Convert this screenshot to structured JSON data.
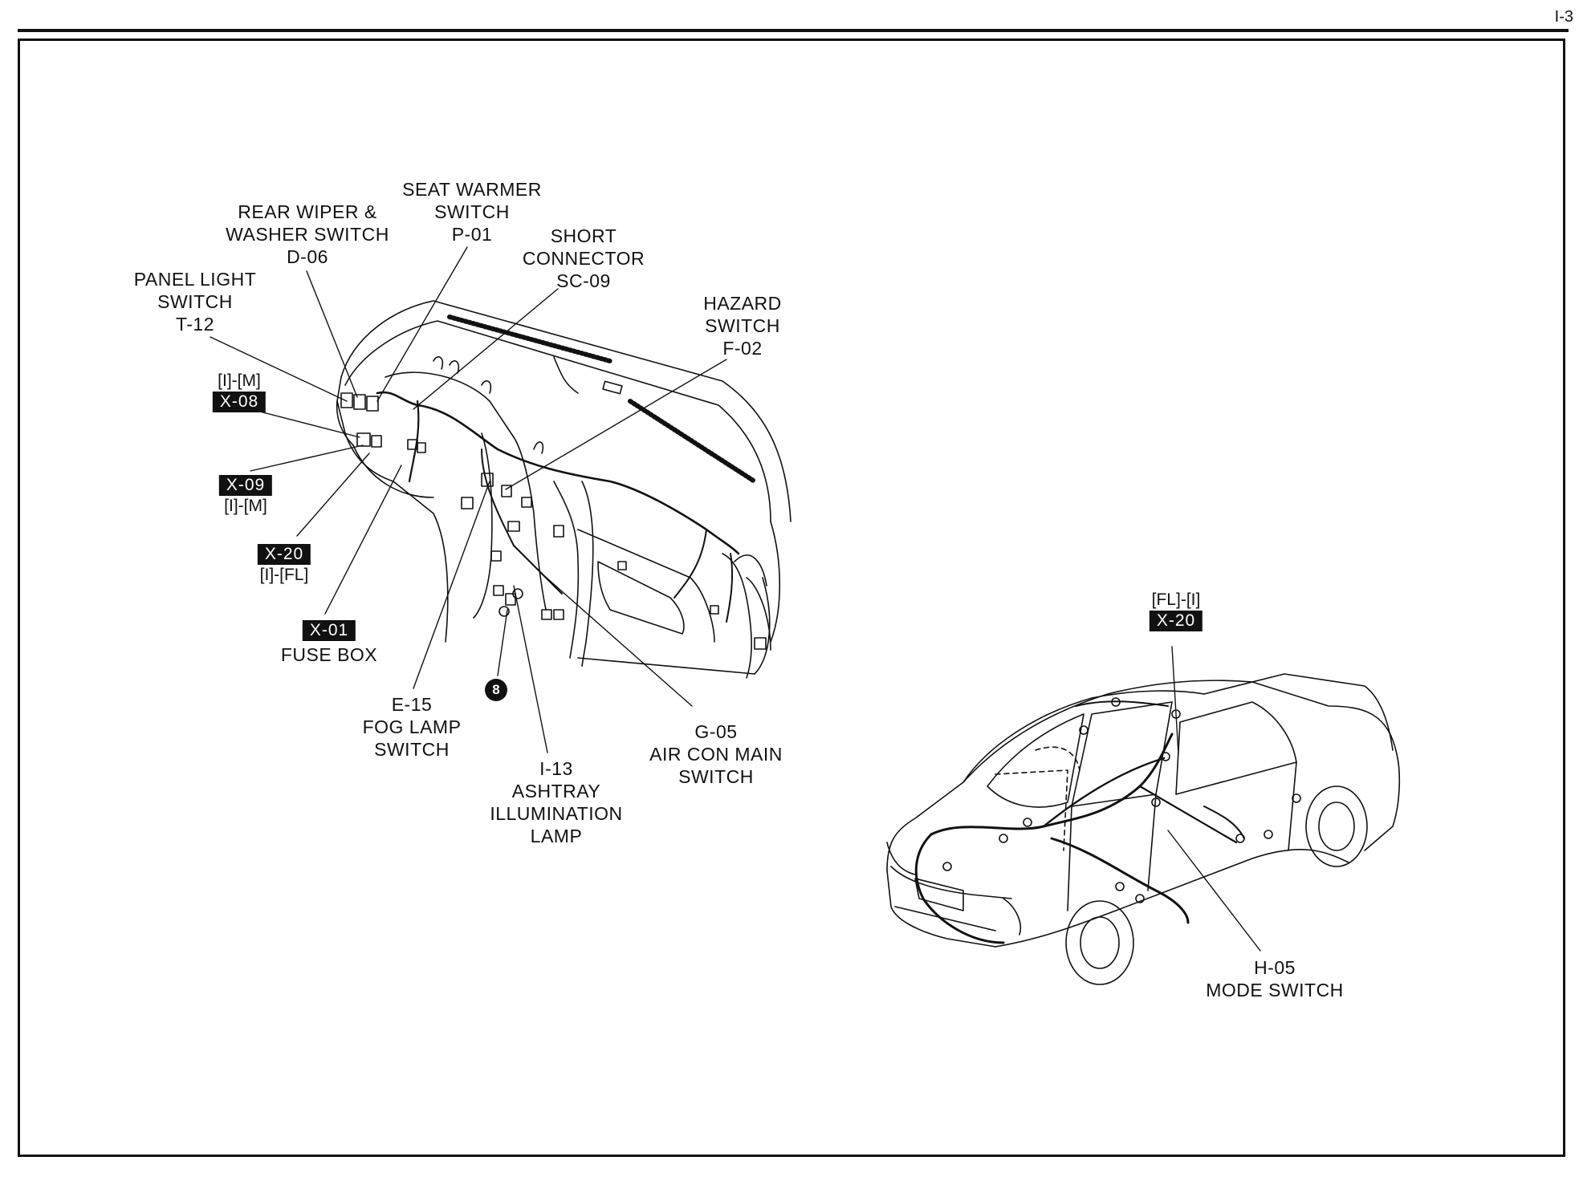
{
  "page_number": "I-3",
  "dashboard_labels": {
    "seat_warmer": [
      "SEAT WARMER",
      "SWITCH",
      "P-01"
    ],
    "rear_wiper": [
      "REAR WIPER &",
      "WASHER SWITCH",
      "D-06"
    ],
    "short_connector": [
      "SHORT",
      "CONNECTOR",
      "SC-09"
    ],
    "panel_light": [
      "PANEL LIGHT",
      "SWITCH",
      "T-12"
    ],
    "hazard": [
      "HAZARD",
      "SWITCH",
      "F-02"
    ],
    "fuse_box": [
      "FUSE BOX"
    ],
    "fog_lamp": [
      "E-15",
      "FOG LAMP",
      "SWITCH"
    ],
    "ashtray": [
      "I-13",
      "ASHTRAY",
      "ILLUMINATION",
      "LAMP"
    ],
    "air_con": [
      "G-05",
      "AIR CON MAIN",
      "SWITCH"
    ]
  },
  "connector_tags": {
    "x08": {
      "route": "[I]-[M]",
      "code": "X-08"
    },
    "x09": {
      "route": "[I]-[M]",
      "code": "X-09"
    },
    "x20_dash": {
      "route": "[I]-[FL]",
      "code": "X-20"
    },
    "x01": {
      "code": "X-01"
    },
    "x20_car": {
      "route": "[FL]-[I]",
      "code": "X-20"
    }
  },
  "ground_point": "8",
  "car_labels": {
    "mode_switch": [
      "H-05",
      "MODE SWITCH"
    ]
  },
  "colors": {
    "ink": "#111111",
    "paper": "#ffffff"
  }
}
